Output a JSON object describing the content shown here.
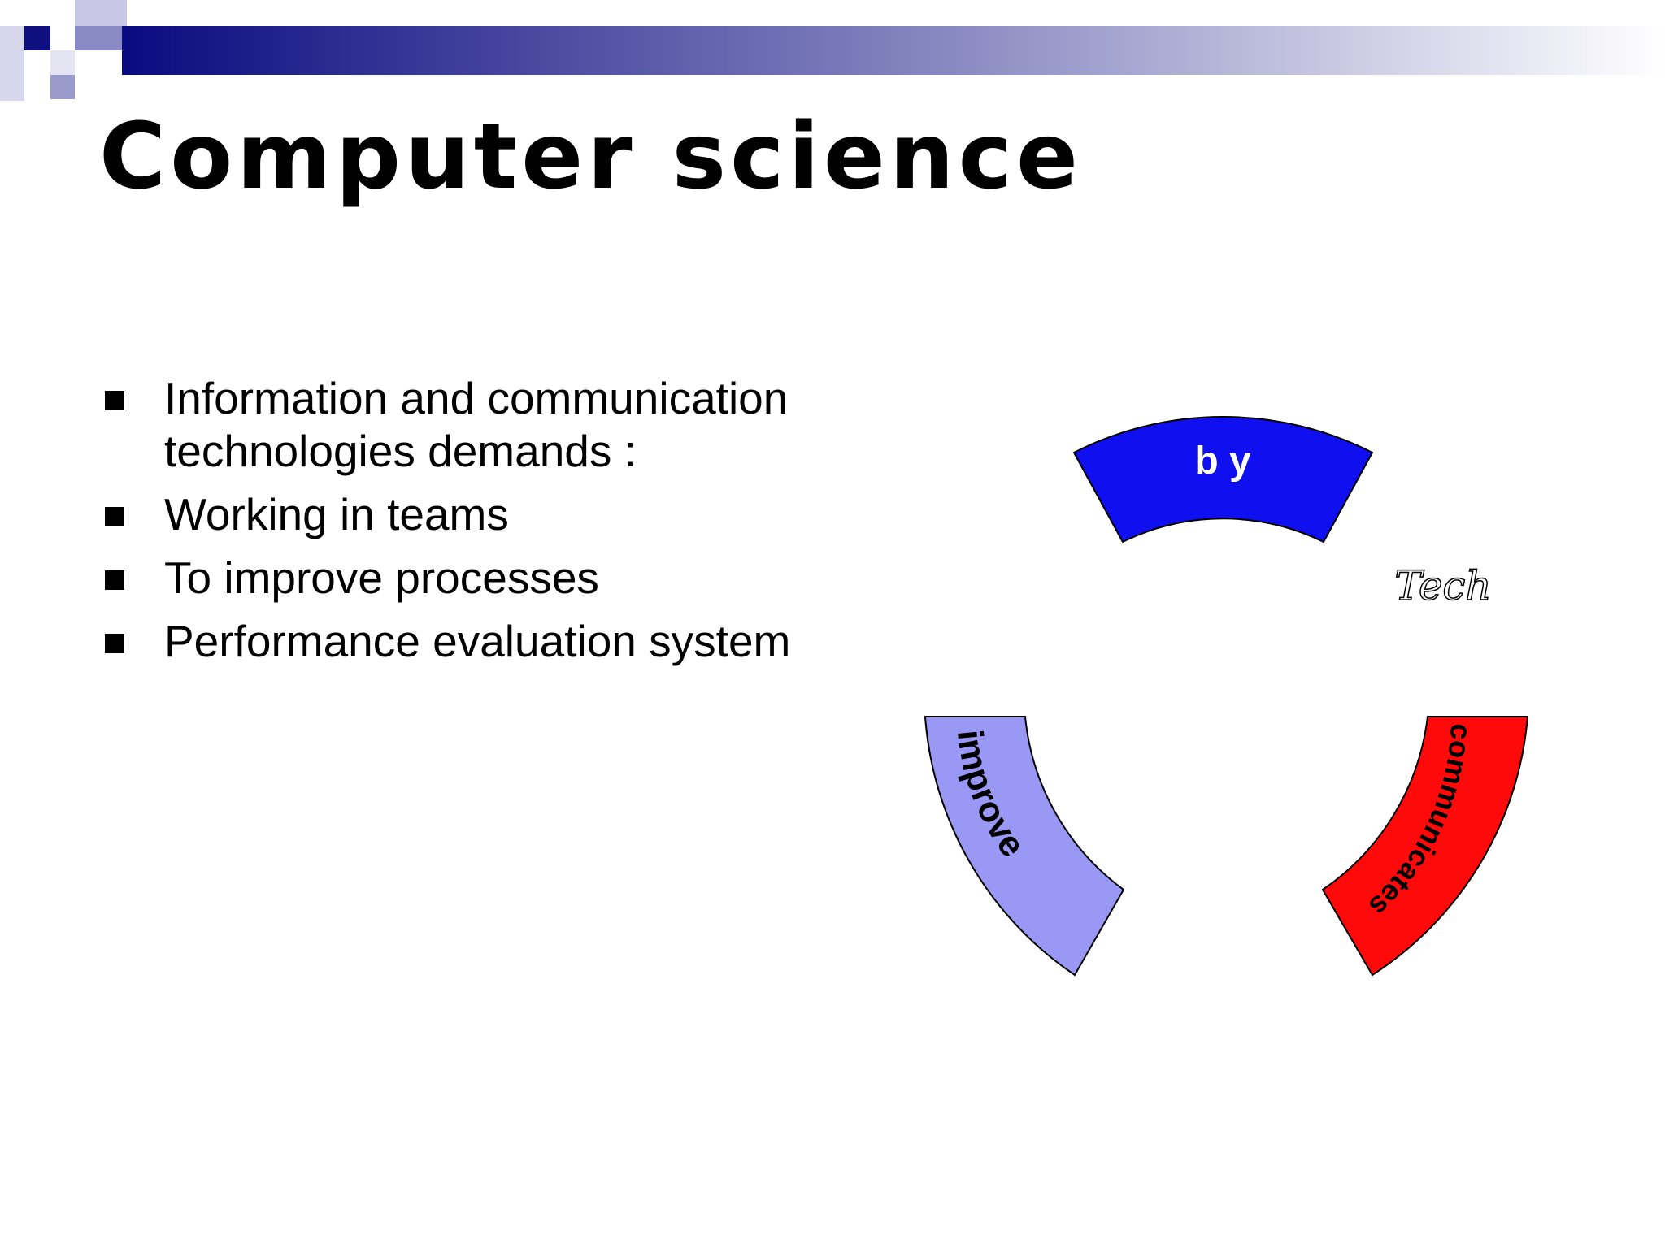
{
  "slide": {
    "title": "Computer science",
    "bullets": [
      "Information and communication technologies demands :",
      "Working in teams",
      "To improve processes",
      "Performance evaluation system"
    ]
  },
  "diagram": {
    "segments": [
      {
        "label": "b y",
        "color": "#0f0ff0"
      },
      {
        "label": "communicates",
        "color": "#ff0a0a"
      },
      {
        "label": "improve",
        "color": "#9999f5"
      }
    ],
    "floating_label": "Tech"
  },
  "colors": {
    "header_dark": "#0a0a80",
    "header_light": "#ffffff",
    "mosaic_dark": "#0f0f80",
    "mosaic_mid": "#6666b3",
    "mosaic_light": "#b3b3db"
  }
}
